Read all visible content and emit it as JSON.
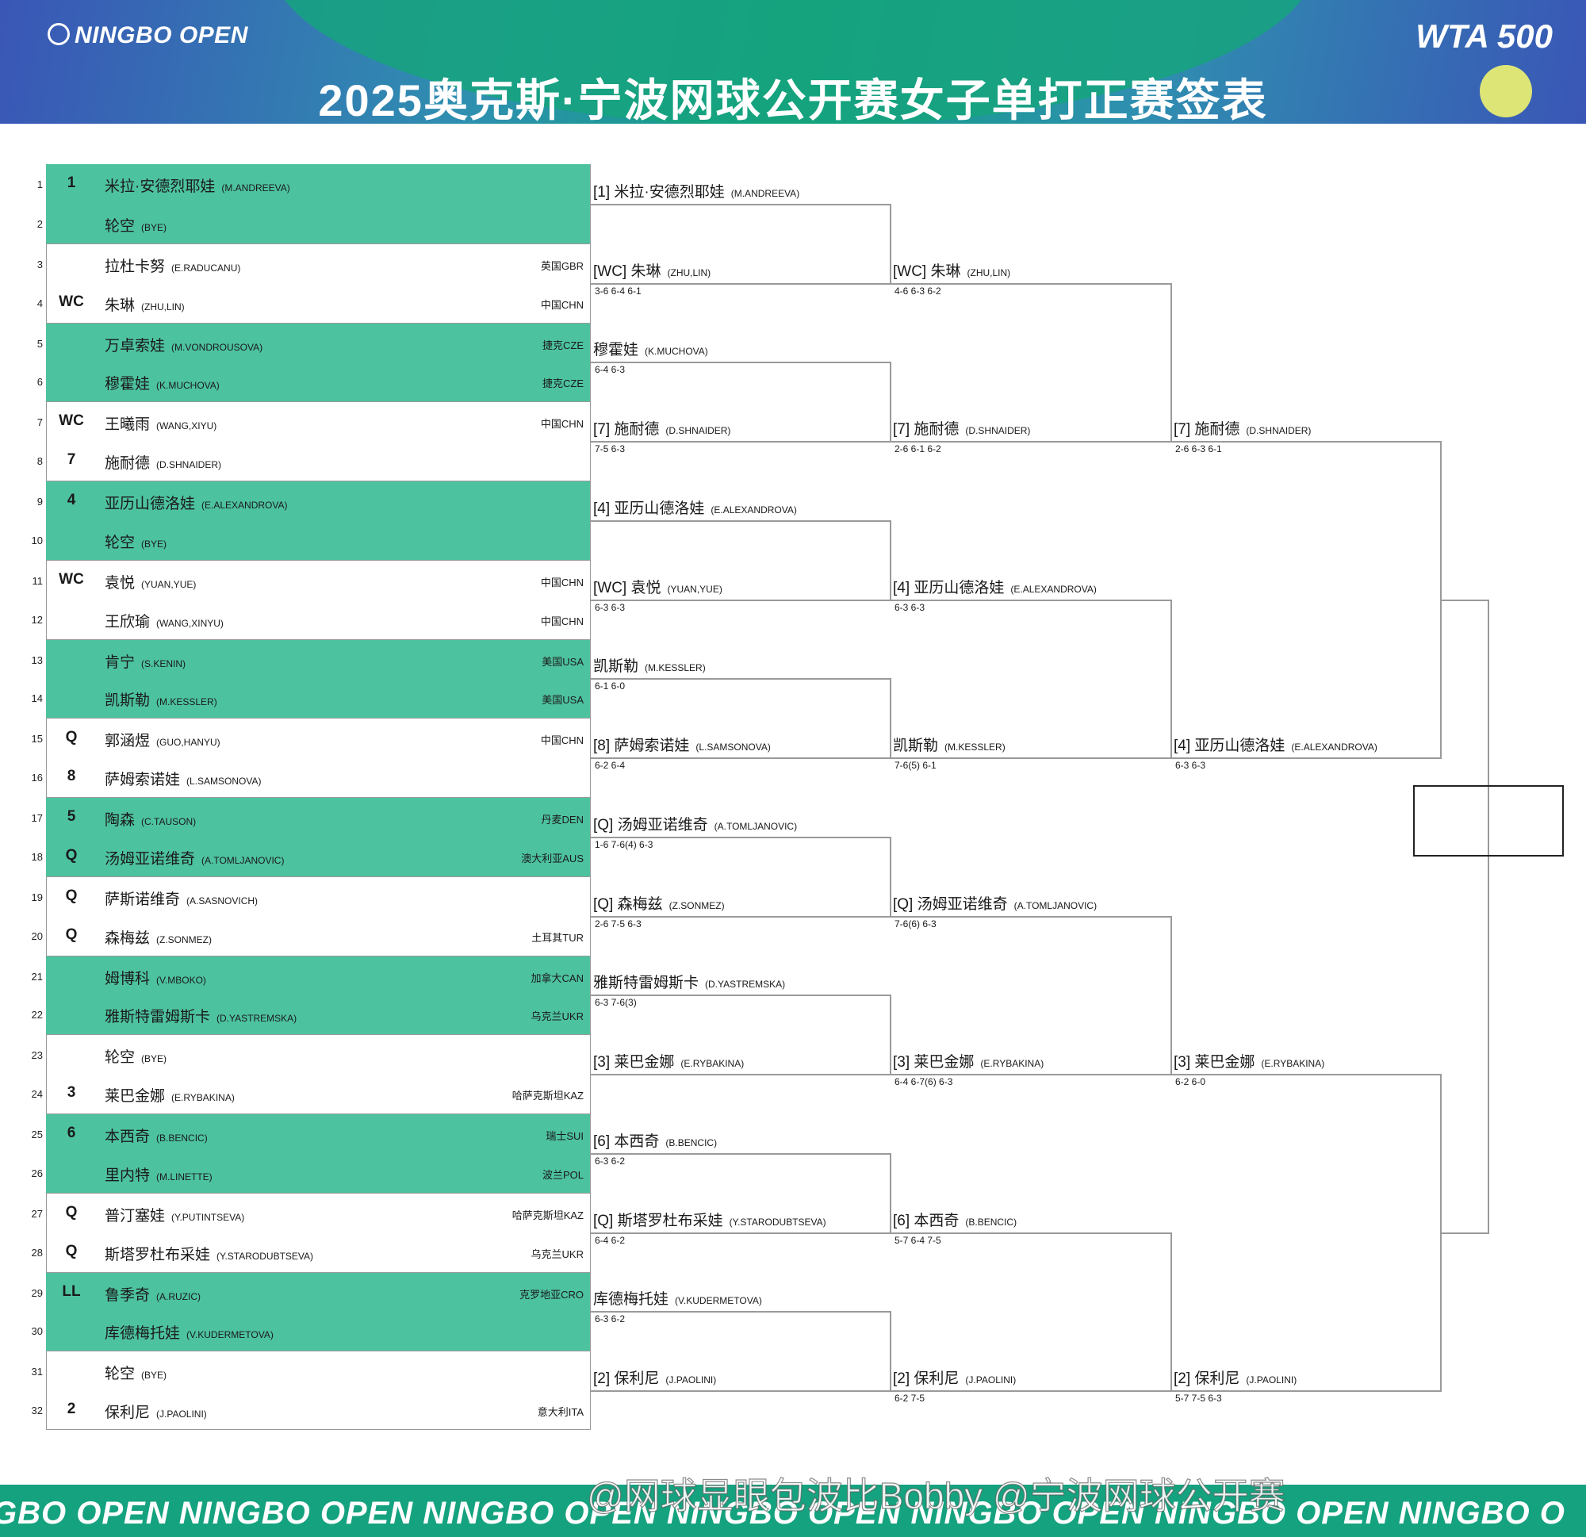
{
  "header": {
    "logo": "NINGBO OPEN",
    "title": "2025奥克斯·宁波网球公开赛女子单打正赛签表",
    "wta": "WTA 500"
  },
  "entries": [
    {
      "num": "1",
      "seed": "1",
      "zh": "米拉·安德烈耶娃",
      "en": "(M.ANDREEVA)",
      "country": ""
    },
    {
      "num": "2",
      "seed": "",
      "zh": "轮空",
      "en": "(BYE)",
      "country": ""
    },
    {
      "num": "3",
      "seed": "",
      "zh": "拉杜卡努",
      "en": "(E.RADUCANU)",
      "country": "英国GBR"
    },
    {
      "num": "4",
      "seed": "WC",
      "zh": "朱琳",
      "en": "(ZHU,LIN)",
      "country": "中国CHN"
    },
    {
      "num": "5",
      "seed": "",
      "zh": "万卓索娃",
      "en": "(M.VONDROUSOVA)",
      "country": "捷克CZE"
    },
    {
      "num": "6",
      "seed": "",
      "zh": "穆霍娃",
      "en": "(K.MUCHOVA)",
      "country": "捷克CZE"
    },
    {
      "num": "7",
      "seed": "WC",
      "zh": "王曦雨",
      "en": "(WANG,XIYU)",
      "country": "中国CHN"
    },
    {
      "num": "8",
      "seed": "7",
      "zh": "施耐德",
      "en": "(D.SHNAIDER)",
      "country": ""
    },
    {
      "num": "9",
      "seed": "4",
      "zh": "亚历山德洛娃",
      "en": "(E.ALEXANDROVA)",
      "country": ""
    },
    {
      "num": "10",
      "seed": "",
      "zh": "轮空",
      "en": "(BYE)",
      "country": ""
    },
    {
      "num": "11",
      "seed": "WC",
      "zh": "袁悦",
      "en": "(YUAN,YUE)",
      "country": "中国CHN"
    },
    {
      "num": "12",
      "seed": "",
      "zh": "王欣瑜",
      "en": "(WANG,XINYU)",
      "country": "中国CHN"
    },
    {
      "num": "13",
      "seed": "",
      "zh": "肯宁",
      "en": "(S.KENIN)",
      "country": "美国USA"
    },
    {
      "num": "14",
      "seed": "",
      "zh": "凯斯勒",
      "en": "(M.KESSLER)",
      "country": "美国USA"
    },
    {
      "num": "15",
      "seed": "Q",
      "zh": "郭涵煜",
      "en": "(GUO,HANYU)",
      "country": "中国CHN"
    },
    {
      "num": "16",
      "seed": "8",
      "zh": "萨姆索诺娃",
      "en": "(L.SAMSONOVA)",
      "country": ""
    },
    {
      "num": "17",
      "seed": "5",
      "zh": "陶森",
      "en": "(C.TAUSON)",
      "country": "丹麦DEN"
    },
    {
      "num": "18",
      "seed": "Q",
      "zh": "汤姆亚诺维奇",
      "en": "(A.TOMLJANOVIC)",
      "country": "澳大利亚AUS"
    },
    {
      "num": "19",
      "seed": "Q",
      "zh": "萨斯诺维奇",
      "en": "(A.SASNOVICH)",
      "country": ""
    },
    {
      "num": "20",
      "seed": "Q",
      "zh": "森梅兹",
      "en": "(Z.SONMEZ)",
      "country": "土耳其TUR"
    },
    {
      "num": "21",
      "seed": "",
      "zh": "姆博科",
      "en": "(V.MBOKO)",
      "country": "加拿大CAN"
    },
    {
      "num": "22",
      "seed": "",
      "zh": "雅斯特雷姆斯卡",
      "en": "(D.YASTREMSKA)",
      "country": "乌克兰UKR"
    },
    {
      "num": "23",
      "seed": "",
      "zh": "轮空",
      "en": "(BYE)",
      "country": ""
    },
    {
      "num": "24",
      "seed": "3",
      "zh": "莱巴金娜",
      "en": "(E.RYBAKINA)",
      "country": "哈萨克斯坦KAZ"
    },
    {
      "num": "25",
      "seed": "6",
      "zh": "本西奇",
      "en": "(B.BENCIC)",
      "country": "瑞士SUI"
    },
    {
      "num": "26",
      "seed": "",
      "zh": "里内特",
      "en": "(M.LINETTE)",
      "country": "波兰POL"
    },
    {
      "num": "27",
      "seed": "Q",
      "zh": "普汀塞娃",
      "en": "(Y.PUTINTSEVA)",
      "country": "哈萨克斯坦KAZ"
    },
    {
      "num": "28",
      "seed": "Q",
      "zh": "斯塔罗杜布采娃",
      "en": "(Y.STARODUBTSEVA)",
      "country": "乌克兰UKR"
    },
    {
      "num": "29",
      "seed": "LL",
      "zh": "鲁季奇",
      "en": "(A.RUZIC)",
      "country": "克罗地亚CRO"
    },
    {
      "num": "30",
      "seed": "",
      "zh": "库德梅托娃",
      "en": "(V.KUDERMETOVA)",
      "country": ""
    },
    {
      "num": "31",
      "seed": "",
      "zh": "轮空",
      "en": "(BYE)",
      "country": ""
    },
    {
      "num": "32",
      "seed": "2",
      "zh": "保利尼",
      "en": "(J.PAOLINI)",
      "country": "意大利ITA"
    }
  ],
  "round2": [
    {
      "name": "[1] 米拉·安德烈耶娃",
      "en": "(M.ANDREEVA)",
      "score": ""
    },
    {
      "name": "[WC] 朱琳",
      "en": "(ZHU,LIN)",
      "score": "3-6 6-4 6-1"
    },
    {
      "name": "穆霍娃",
      "en": "(K.MUCHOVA)",
      "score": "6-4 6-3"
    },
    {
      "name": "[7] 施耐德",
      "en": "(D.SHNAIDER)",
      "score": "7-5 6-3"
    },
    {
      "name": "[4] 亚历山德洛娃",
      "en": "(E.ALEXANDROVA)",
      "score": ""
    },
    {
      "name": "[WC] 袁悦",
      "en": "(YUAN,YUE)",
      "score": "6-3 6-3"
    },
    {
      "name": "凯斯勒",
      "en": "(M.KESSLER)",
      "score": "6-1 6-0"
    },
    {
      "name": "[8] 萨姆索诺娃",
      "en": "(L.SAMSONOVA)",
      "score": "6-2 6-4"
    },
    {
      "name": "[Q] 汤姆亚诺维奇",
      "en": "(A.TOMLJANOVIC)",
      "score": "1-6 7-6(4) 6-3"
    },
    {
      "name": "[Q] 森梅兹",
      "en": "(Z.SONMEZ)",
      "score": "2-6 7-5 6-3"
    },
    {
      "name": "雅斯特雷姆斯卡",
      "en": "(D.YASTREMSKA)",
      "score": "6-3 7-6(3)"
    },
    {
      "name": "[3] 莱巴金娜",
      "en": "(E.RYBAKINA)",
      "score": ""
    },
    {
      "name": "[6] 本西奇",
      "en": "(B.BENCIC)",
      "score": "6-3 6-2"
    },
    {
      "name": "[Q] 斯塔罗杜布采娃",
      "en": "(Y.STARODUBTSEVA)",
      "score": "6-4 6-2"
    },
    {
      "name": "库德梅托娃",
      "en": "(V.KUDERMETOVA)",
      "score": "6-3 6-2"
    },
    {
      "name": "[2] 保利尼",
      "en": "(J.PAOLINI)",
      "score": ""
    }
  ],
  "round3": [
    {
      "name": "[WC] 朱琳",
      "en": "(ZHU,LIN)",
      "score": "4-6 6-3 6-2"
    },
    {
      "name": "[7] 施耐德",
      "en": "(D.SHNAIDER)",
      "score": "2-6 6-1 6-2"
    },
    {
      "name": "[4] 亚历山德洛娃",
      "en": "(E.ALEXANDROVA)",
      "score": "6-3 6-3"
    },
    {
      "name": "凯斯勒",
      "en": "(M.KESSLER)",
      "score": "7-6(5) 6-1"
    },
    {
      "name": "[Q] 汤姆亚诺维奇",
      "en": "(A.TOMLJANOVIC)",
      "score": "7-6(6) 6-3"
    },
    {
      "name": "[3] 莱巴金娜",
      "en": "(E.RYBAKINA)",
      "score": "6-4 6-7(6) 6-3"
    },
    {
      "name": "[6] 本西奇",
      "en": "(B.BENCIC)",
      "score": "5-7 6-4 7-5"
    },
    {
      "name": "[2] 保利尼",
      "en": "(J.PAOLINI)",
      "score": "6-2 7-5"
    }
  ],
  "quarterfinals": [
    {
      "name": "[7] 施耐德",
      "en": "(D.SHNAIDER)",
      "score": "2-6 6-3 6-1"
    },
    {
      "name": "[4] 亚历山德洛娃",
      "en": "(E.ALEXANDROVA)",
      "score": "6-3 6-3"
    },
    {
      "name": "[3] 莱巴金娜",
      "en": "(E.RYBAKINA)",
      "score": "6-2 6-0"
    },
    {
      "name": "[2] 保利尼",
      "en": "(J.PAOLINI)",
      "score": "5-7 7-5 6-3"
    }
  ],
  "footer": {
    "banner": "GBO OPEN   NINGBO OPEN   NINGBO OPEN   NINGBO OPEN   NINGBO OPEN   NINGBO OPEN   NINGBO O",
    "watermark": "@网球显眼包波比Bobby         @宁波网球公开赛"
  },
  "colors": {
    "green": "#4dc29f",
    "blue": "#3a56b6",
    "ball": "#dde577"
  }
}
